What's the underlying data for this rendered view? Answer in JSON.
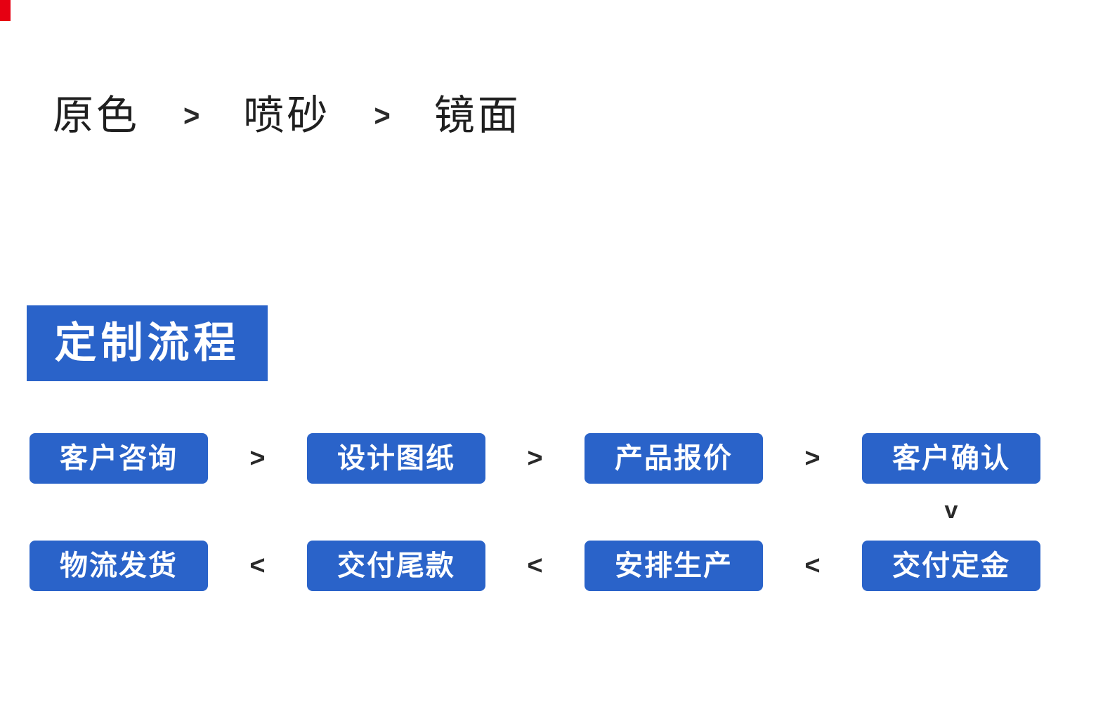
{
  "colors": {
    "primary_blue": "#2a63c9",
    "text_dark": "#1f1f1f",
    "accent_red": "#e60012",
    "background": "#ffffff"
  },
  "finish_bar": {
    "items": [
      {
        "label": "原色"
      },
      {
        "label": "喷砂"
      },
      {
        "label": "镜面"
      }
    ],
    "separator": ">"
  },
  "section": {
    "title": "定制流程"
  },
  "flow": {
    "row1": {
      "steps": [
        "客户咨询",
        "设计图纸",
        "产品报价",
        "客户确认"
      ],
      "separator": ">"
    },
    "connector_down": "v",
    "row2": {
      "steps": [
        "物流发货",
        "交付尾款",
        "安排生产",
        "交付定金"
      ],
      "separator": "<"
    }
  }
}
